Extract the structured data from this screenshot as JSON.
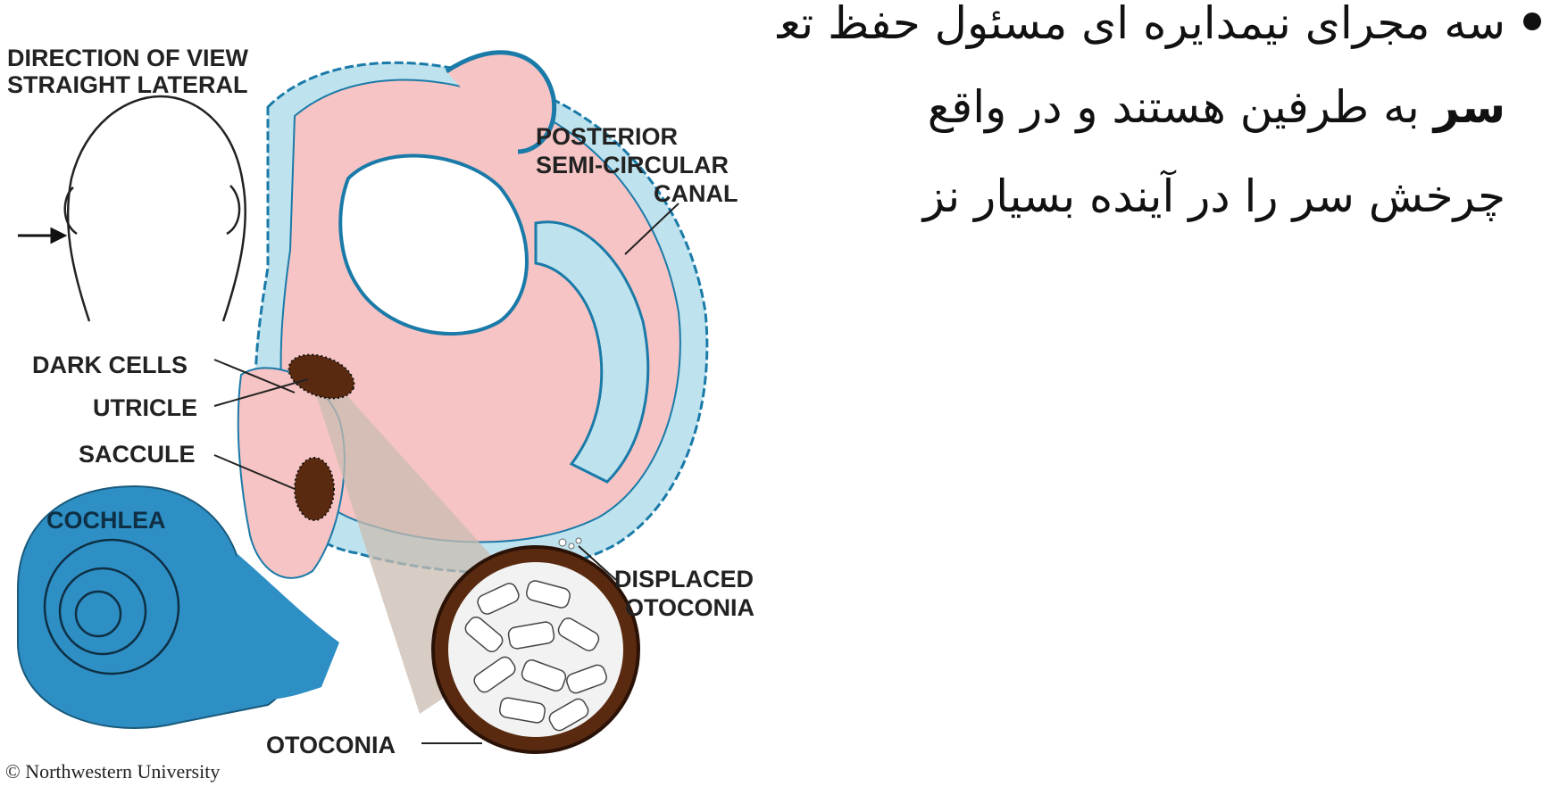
{
  "diagram": {
    "labels": {
      "direction_line1": "DIRECTION OF VIEW",
      "direction_line2": "STRAIGHT LATERAL",
      "posterior_line1": "POSTERIOR",
      "posterior_line2": "SEMI-CIRCULAR",
      "posterior_line3": "CANAL",
      "dark_cells": "DARK CELLS",
      "utricle": "UTRICLE",
      "saccule": "SACCULE",
      "cochlea": "COCHLEA",
      "displaced_line1": "DISPLACED",
      "displaced_line2": "OTOCONIA",
      "otoconia": "OTOCONIA"
    },
    "credit": "©  Northwestern University",
    "colors": {
      "canal_blue": "#2d8fc4",
      "tissue_pink": "#f6c4c4",
      "otoconia_brown": "#5a2a10"
    }
  },
  "text": {
    "line1": "سه مجرای نیمدایره ای مسئول حفظ تعادل در حالت چرخش",
    "line2_bold": "سر",
    "line2_rest": " به طرفین هستند و در واقع",
    "line3": "چرخش سر را در آینده بسیار نز"
  }
}
